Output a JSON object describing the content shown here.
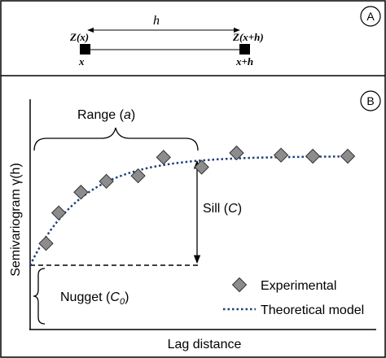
{
  "panel_a": {
    "badge": "A",
    "distance_label": "h",
    "left_point": {
      "value_label": "Z(x)",
      "position_label": "x"
    },
    "right_point": {
      "value_label": "Z(x+h)",
      "position_label": "x+h"
    }
  },
  "panel_b": {
    "badge": "B",
    "y_axis_label": "Semivariogram γ(h)",
    "x_axis_label": "Lag distance",
    "range_label": "Range",
    "range_symbol": "a",
    "sill_label": "Sill",
    "sill_symbol": "C",
    "nugget_label": "Nugget",
    "nugget_symbol": "C",
    "nugget_subscript": "0",
    "legend": {
      "experimental": "Experimental",
      "theoretical": "Theoretical model"
    }
  },
  "colors": {
    "marker_fill": "#8c8c8c",
    "model_line": "#1f3f77",
    "ink": "#000000"
  },
  "chart_data": {
    "type": "scatter",
    "title": "",
    "xlabel": "Lag distance",
    "ylabel": "Semivariogram γ(h)",
    "model": {
      "nugget": 0.0,
      "sill": 1.0,
      "range": 0.5,
      "form": "exponential"
    },
    "series": [
      {
        "name": "Experimental",
        "x": [
          0.05,
          0.09,
          0.16,
          0.24,
          0.34,
          0.42,
          0.54,
          0.65,
          0.79,
          0.89,
          1.0
        ],
        "y": [
          0.2,
          0.48,
          0.67,
          0.77,
          0.82,
          0.99,
          0.9,
          1.03,
          1.01,
          1.0,
          1.0
        ]
      }
    ]
  }
}
